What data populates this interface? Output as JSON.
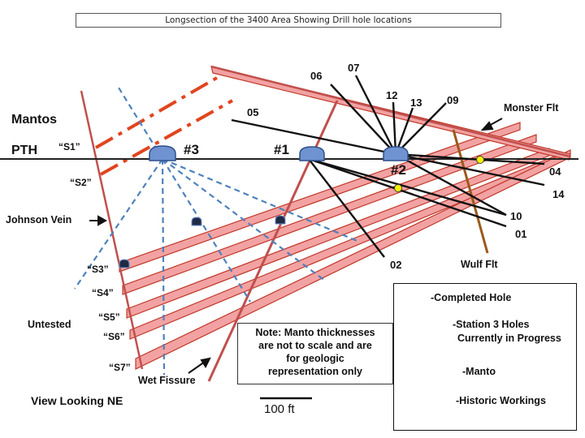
{
  "title": "Longsection of the 3400 Area Showing Drill hole locations",
  "labels": {
    "mantos": "Mantos",
    "pth": "PTH",
    "s1": "“S1”",
    "s2": "“S2”",
    "s3": "“S3”",
    "s4": "“S4”",
    "s5": "“S5”",
    "s6": "“S6”",
    "s7": "“S7”",
    "johnson_vein": "Johnson Vein",
    "untested": "Untested",
    "wet_fissure": "Wet Fissure",
    "view": "View Looking NE",
    "monster_flt": "Monster Flt",
    "wulf_flt": "Wulf Flt",
    "station_3": "#3",
    "station_1": "#1",
    "station_2": "#2"
  },
  "holes": {
    "h05": "05",
    "h06": "06",
    "h07": "07",
    "h12": "12",
    "h13": "13",
    "h09": "09",
    "h04": "04",
    "h14": "14",
    "h10": "10",
    "h01": "01",
    "h02": "02"
  },
  "note": {
    "line1": "Note: Manto thicknesses",
    "line2": "are not to scale and are",
    "line3": "for geologic",
    "line4": "representation only"
  },
  "scale_bar": "100 ft",
  "legend": {
    "completed_hole": "-Completed Hole",
    "station3_line1": "-Station 3 Holes",
    "station3_line2": "Currently in Progress",
    "manto": "-Manto",
    "workings": "-Historic Workings"
  },
  "colors": {
    "manto_fill": "#f2a2a2",
    "manto_stroke": "#c0392b",
    "fault": "#c0504d",
    "dashed_hole": "#4f81bd",
    "workings_fill": "#6f93d0",
    "workings_stroke": "#2e4f8a",
    "wulf_fault": "#9b5a1a",
    "marker": "#f2f200"
  }
}
